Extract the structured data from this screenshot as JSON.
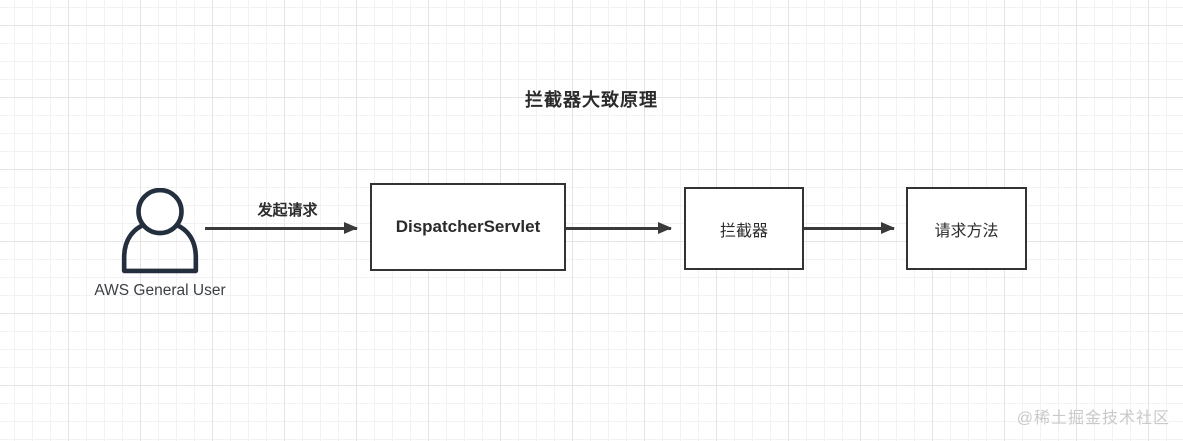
{
  "title": "拦截器大致原理",
  "actor": {
    "label": "AWS General User"
  },
  "flow": {
    "request_arrow_label": "发起请求",
    "nodes": [
      {
        "label": "DispatcherServlet"
      },
      {
        "label": "拦截器"
      },
      {
        "label": "请求方法"
      }
    ]
  },
  "watermark": "@稀土掘金技术社区",
  "colors": {
    "node_border": "#333333",
    "arrow": "#3a3a3a",
    "user_icon": "#232f3e",
    "grid_minor": "#f2f2f2",
    "grid_major": "#e4e4e4",
    "watermark": "#c9c9c9"
  }
}
